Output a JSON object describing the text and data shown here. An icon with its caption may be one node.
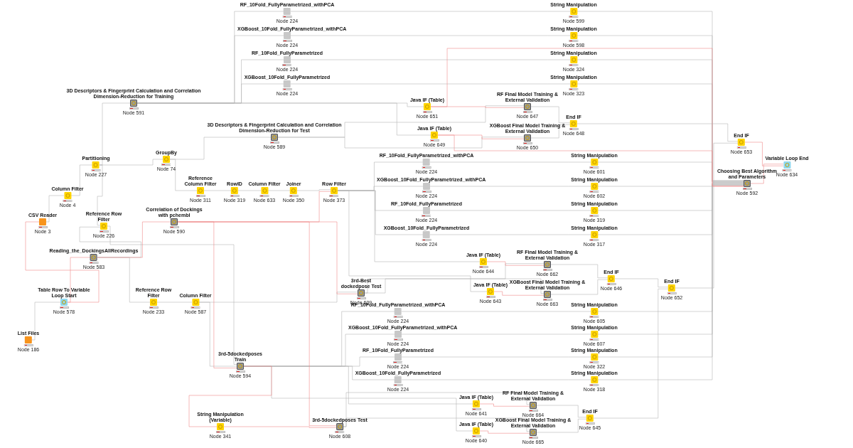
{
  "diagram": {
    "nodes": [
      {
        "text": [
          "RF_10Fold_FullyParametrized_withPCA",
          "Node 224"
        ]
      },
      {
        "text": [
          "XGBoost_10Fold_FullyParametrized_withPCA",
          "Node 224"
        ]
      },
      {
        "text": [
          "RF_10Fold_FullyParametrized",
          "Node 224"
        ]
      },
      {
        "text": [
          "XGBoost_10Fold_FullyParametrized",
          "Node 224"
        ]
      },
      {
        "text": [
          "String Manipulation",
          "Node 599"
        ]
      },
      {
        "text": [
          "String Manipulation",
          "Node 598"
        ]
      },
      {
        "text": [
          "String Manipulation",
          "Node 324"
        ]
      },
      {
        "text": [
          "String Manipulation",
          "Node 323"
        ]
      },
      {
        "text": [
          "3D Descriptors & Fingerprint Calculation and Correlation Dimension-Reduction for Training",
          "Node 591"
        ]
      },
      {
        "text": [
          "Java IF (Table)",
          "Node 651"
        ]
      },
      {
        "text": [
          "RF Final Model Training & External Validation",
          "Node 647"
        ]
      },
      {
        "text": [
          "End IF",
          "Node 648"
        ]
      },
      {
        "text": [
          "Java IF (Table)",
          "Node 649"
        ]
      },
      {
        "text": [
          "XGBoost Final Model Training & External Validation",
          "Node 650"
        ]
      },
      {
        "text": [
          "3D Descriptors & Fingerprint Calculation and Correlation Dimension-Reduction for Test",
          "Node 589"
        ]
      },
      {
        "text": [
          "End IF",
          "Node 653"
        ]
      },
      {
        "text": [
          "Variable Loop End",
          "Node 634"
        ]
      },
      {
        "text": [
          "Choosing Best Algorithm and Parameters",
          "Node 592"
        ]
      },
      {
        "text": [
          "RF_10Fold_FullyParametrized_withPCA",
          "Node 224"
        ]
      },
      {
        "text": [
          "XGBoost_10Fold_FullyParametrized_withPCA",
          "Node 224"
        ]
      },
      {
        "text": [
          "RF_10Fold_FullyParametrized",
          "Node 224"
        ]
      },
      {
        "text": [
          "XGBoost_10Fold_FullyParametrized",
          "Node 224"
        ]
      },
      {
        "text": [
          "String Manipulation",
          "Node 601"
        ]
      },
      {
        "text": [
          "String Manipulation",
          "Node 602"
        ]
      },
      {
        "text": [
          "String Manipulation",
          "Node 319"
        ]
      },
      {
        "text": [
          "String Manipulation",
          "Node 317"
        ]
      },
      {
        "text": [
          "Partitioning",
          "Node 227"
        ]
      },
      {
        "text": [
          "GroupBy",
          "Node 74"
        ]
      },
      {
        "text": [
          "Column Filter",
          "Node 4"
        ]
      },
      {
        "text": [
          "Reference Column Filter",
          "Node 311"
        ]
      },
      {
        "text": [
          "RowID",
          "Node 319"
        ]
      },
      {
        "text": [
          "Column Filter",
          "Node 633"
        ]
      },
      {
        "text": [
          "Joiner",
          "Node 350"
        ]
      },
      {
        "text": [
          "Row Filter",
          "Node 373"
        ]
      },
      {
        "text": [
          "CSV Reader",
          "Node 3"
        ]
      },
      {
        "text": [
          "Reference Row Filter",
          "Node 226"
        ]
      },
      {
        "text": [
          "Correlation of Dockings with pchembl",
          "Node 590"
        ]
      },
      {
        "text": [
          "Reading_the_DockingsAllRecordings",
          "Node 583"
        ]
      },
      {
        "text": [
          "Java IF (Table)",
          "Node 644"
        ]
      },
      {
        "text": [
          "RF Final Model Training & External Validation",
          "Node 662"
        ]
      },
      {
        "text": [
          "End IF",
          "Node 646"
        ]
      },
      {
        "text": [
          "Java IF (Table)",
          "Node 643"
        ]
      },
      {
        "text": [
          "XGBoost Final Model Training & External Validation",
          "Node 663"
        ]
      },
      {
        "text": [
          "3rd-Best dockedpose Test",
          "Node 609"
        ]
      },
      {
        "text": [
          "End IF",
          "Node 652"
        ]
      },
      {
        "text": [
          "Table Row To Variable Loop Start",
          "Node 578"
        ]
      },
      {
        "text": [
          "Reference Row Filter",
          "Node 233"
        ]
      },
      {
        "text": [
          "Column Filter",
          "Node 587"
        ]
      },
      {
        "text": [
          "List Files",
          "Node 186"
        ]
      },
      {
        "text": [
          "RF_10Fold_FullyParametrized_withPCA",
          "Node 224"
        ]
      },
      {
        "text": [
          "XGBoost_10Fold_FullyParametrized_withPCA",
          "Node 224"
        ]
      },
      {
        "text": [
          "RF_10Fold_FullyParametrized",
          "Node 224"
        ]
      },
      {
        "text": [
          "XGBoost_10Fold_FullyParametrized",
          "Node 224"
        ]
      },
      {
        "text": [
          "String Manipulation",
          "Node 605"
        ]
      },
      {
        "text": [
          "String Manipulation",
          "Node 607"
        ]
      },
      {
        "text": [
          "String Manipulation",
          "Node 322"
        ]
      },
      {
        "text": [
          "String Manipulation",
          "Node 318"
        ]
      },
      {
        "text": [
          "3rd-5dockedposes Train",
          "Node 594"
        ]
      },
      {
        "text": [
          "Java IF (Table)",
          "Node 641"
        ]
      },
      {
        "text": [
          "RF Final Model Training & External Validation",
          "Node 664"
        ]
      },
      {
        "text": [
          "End IF",
          "Node 645"
        ]
      },
      {
        "text": [
          "Java IF (Table)",
          "Node 640"
        ]
      },
      {
        "text": [
          "XGBoost Final Model Training & External Validation",
          "Node 665"
        ]
      },
      {
        "text": [
          "String Manipulation (Variable)",
          "Node 341"
        ]
      },
      {
        "text": [
          "3rd-5dockedposes Test",
          "Node 608"
        ]
      }
    ],
    "edges": [
      {
        "from": 48,
        "to": 45,
        "arrow": "none"
      },
      {
        "from": 34,
        "to": 28,
        "arrow": "none"
      },
      {
        "from": 28,
        "to": 26,
        "arrow": "none"
      },
      {
        "from": 26,
        "to": 8,
        "arrow": "none"
      },
      {
        "from": 26,
        "to": 27,
        "arrow": "none"
      },
      {
        "from": 26,
        "to": 35,
        "arrow": "none"
      },
      {
        "from": 27,
        "to": 14,
        "arrow": "none"
      },
      {
        "from": 27,
        "to": 29,
        "arrow": "none"
      },
      {
        "from": 29,
        "to": 30,
        "arrow": "none"
      },
      {
        "from": 30,
        "to": 31,
        "arrow": "none"
      },
      {
        "from": 31,
        "to": 32,
        "arrow": "none"
      },
      {
        "from": 32,
        "to": 33,
        "arrow": "none"
      },
      {
        "from": 37,
        "to": 46,
        "arrow": "none"
      },
      {
        "from": 37,
        "to": 35,
        "arrow": "none"
      },
      {
        "from": 35,
        "to": 57,
        "arrow": "none"
      },
      {
        "from": 46,
        "to": 47,
        "arrow": "none"
      },
      {
        "from": 47,
        "to": 43,
        "arrow": "none"
      },
      {
        "from": 47,
        "to": 57,
        "arrow": "none"
      },
      {
        "from": 8,
        "to": 0,
        "arrow": "none"
      },
      {
        "from": 8,
        "to": 1,
        "arrow": "none"
      },
      {
        "from": 8,
        "to": 2,
        "arrow": "none"
      },
      {
        "from": 8,
        "to": 3,
        "arrow": "none"
      },
      {
        "from": 8,
        "to": 9,
        "arrow": "none"
      },
      {
        "from": 8,
        "to": 12,
        "arrow": "none"
      },
      {
        "from": 14,
        "to": 10,
        "arrow": "none"
      },
      {
        "from": 14,
        "to": 13,
        "arrow": "none"
      },
      {
        "from": 0,
        "to": 4,
        "arrow": "none"
      },
      {
        "from": 1,
        "to": 5,
        "arrow": "none"
      },
      {
        "from": 2,
        "to": 6,
        "arrow": "none"
      },
      {
        "from": 3,
        "to": 7,
        "arrow": "none"
      },
      {
        "from": 10,
        "to": 11,
        "arrow": "none"
      },
      {
        "from": 13,
        "to": 11,
        "arrow": "none"
      },
      {
        "from": 11,
        "to": 15,
        "arrow": "none"
      },
      {
        "from": 44,
        "to": 15,
        "arrow": "none"
      },
      {
        "from": 4,
        "to": 17,
        "arrow": "none"
      },
      {
        "from": 5,
        "to": 17,
        "arrow": "none"
      },
      {
        "from": 6,
        "to": 17,
        "arrow": "none"
      },
      {
        "from": 7,
        "to": 17,
        "arrow": "none"
      },
      {
        "from": 22,
        "to": 17,
        "arrow": "none"
      },
      {
        "from": 23,
        "to": 17,
        "arrow": "none"
      },
      {
        "from": 24,
        "to": 17,
        "arrow": "none"
      },
      {
        "from": 25,
        "to": 17,
        "arrow": "none"
      },
      {
        "from": 53,
        "to": 17,
        "arrow": "none"
      },
      {
        "from": 54,
        "to": 17,
        "arrow": "none"
      },
      {
        "from": 55,
        "to": 17,
        "arrow": "none"
      },
      {
        "from": 56,
        "to": 17,
        "arrow": "none"
      },
      {
        "from": 33,
        "to": 18,
        "arrow": "none"
      },
      {
        "from": 33,
        "to": 19,
        "arrow": "none"
      },
      {
        "from": 33,
        "to": 20,
        "arrow": "none"
      },
      {
        "from": 33,
        "to": 21,
        "arrow": "none"
      },
      {
        "from": 33,
        "to": 38,
        "arrow": "none"
      },
      {
        "from": 33,
        "to": 41,
        "arrow": "none"
      },
      {
        "from": 18,
        "to": 22,
        "arrow": "none"
      },
      {
        "from": 19,
        "to": 23,
        "arrow": "none"
      },
      {
        "from": 20,
        "to": 24,
        "arrow": "none"
      },
      {
        "from": 21,
        "to": 25,
        "arrow": "none"
      },
      {
        "from": 43,
        "to": 39,
        "arrow": "none"
      },
      {
        "from": 43,
        "to": 42,
        "arrow": "none"
      },
      {
        "from": 39,
        "to": 40,
        "arrow": "none"
      },
      {
        "from": 42,
        "to": 40,
        "arrow": "none"
      },
      {
        "from": 40,
        "to": 44,
        "arrow": "none"
      },
      {
        "from": 60,
        "to": 44,
        "arrow": "none"
      },
      {
        "from": 57,
        "to": 49,
        "arrow": "none"
      },
      {
        "from": 57,
        "to": 50,
        "arrow": "none"
      },
      {
        "from": 57,
        "to": 51,
        "arrow": "none"
      },
      {
        "from": 57,
        "to": 52,
        "arrow": "none"
      },
      {
        "from": 57,
        "to": 58,
        "arrow": "none"
      },
      {
        "from": 57,
        "to": 61,
        "arrow": "none"
      },
      {
        "from": 64,
        "to": 59,
        "arrow": "none"
      },
      {
        "from": 64,
        "to": 62,
        "arrow": "none"
      },
      {
        "from": 49,
        "to": 53,
        "arrow": "none"
      },
      {
        "from": 50,
        "to": 54,
        "arrow": "none"
      },
      {
        "from": 51,
        "to": 55,
        "arrow": "none"
      },
      {
        "from": 52,
        "to": 56,
        "arrow": "none"
      },
      {
        "from": 59,
        "to": 60,
        "arrow": "none"
      },
      {
        "from": 62,
        "to": 60,
        "arrow": "none"
      },
      {
        "from": 9,
        "to": 10,
        "arrow": "none",
        "color": "#f08a8a"
      },
      {
        "from": 12,
        "to": 13,
        "arrow": "none",
        "color": "#f08a8a"
      },
      {
        "from": 38,
        "to": 39,
        "arrow": "none",
        "color": "#f08a8a"
      },
      {
        "from": 41,
        "to": 42,
        "arrow": "none",
        "color": "#f08a8a"
      },
      {
        "from": 58,
        "to": 59,
        "arrow": "none",
        "color": "#f08a8a"
      },
      {
        "from": 61,
        "to": 62,
        "arrow": "none",
        "color": "#f08a8a"
      },
      {
        "from": 45,
        "to": 34,
        "arrow": "none",
        "color": "#f08a8a"
      },
      {
        "from": 45,
        "to": 37,
        "arrow": "none",
        "color": "#f08a8a"
      },
      {
        "from": 37,
        "to": 36,
        "arrow": "none",
        "color": "#f08a8a"
      },
      {
        "from": 36,
        "to": 33,
        "arrow": "none",
        "color": "#f08a8a"
      },
      {
        "from": 36,
        "to": 43,
        "arrow": "none",
        "color": "#f08a8a"
      },
      {
        "from": 36,
        "to": 57,
        "arrow": "none",
        "color": "#f08a8a"
      },
      {
        "from": 36,
        "to": 64,
        "arrow": "none",
        "color": "#f08a8a"
      },
      {
        "from": 57,
        "to": 63,
        "arrow": "none",
        "color": "#f08a8a"
      },
      {
        "from": 63,
        "to": 64,
        "arrow": "none",
        "color": "#f08a8a"
      },
      {
        "from": 9,
        "to": 17,
        "arrow": "none",
        "color": "#f08a8a"
      },
      {
        "from": 12,
        "to": 17,
        "arrow": "none",
        "color": "#f08a8a"
      },
      {
        "from": 17,
        "to": 16,
        "arrow": "none",
        "color": "#f08a8a"
      },
      {
        "from": 15,
        "to": 16,
        "arrow": "none",
        "color": "#f08a8a"
      }
    ]
  }
}
